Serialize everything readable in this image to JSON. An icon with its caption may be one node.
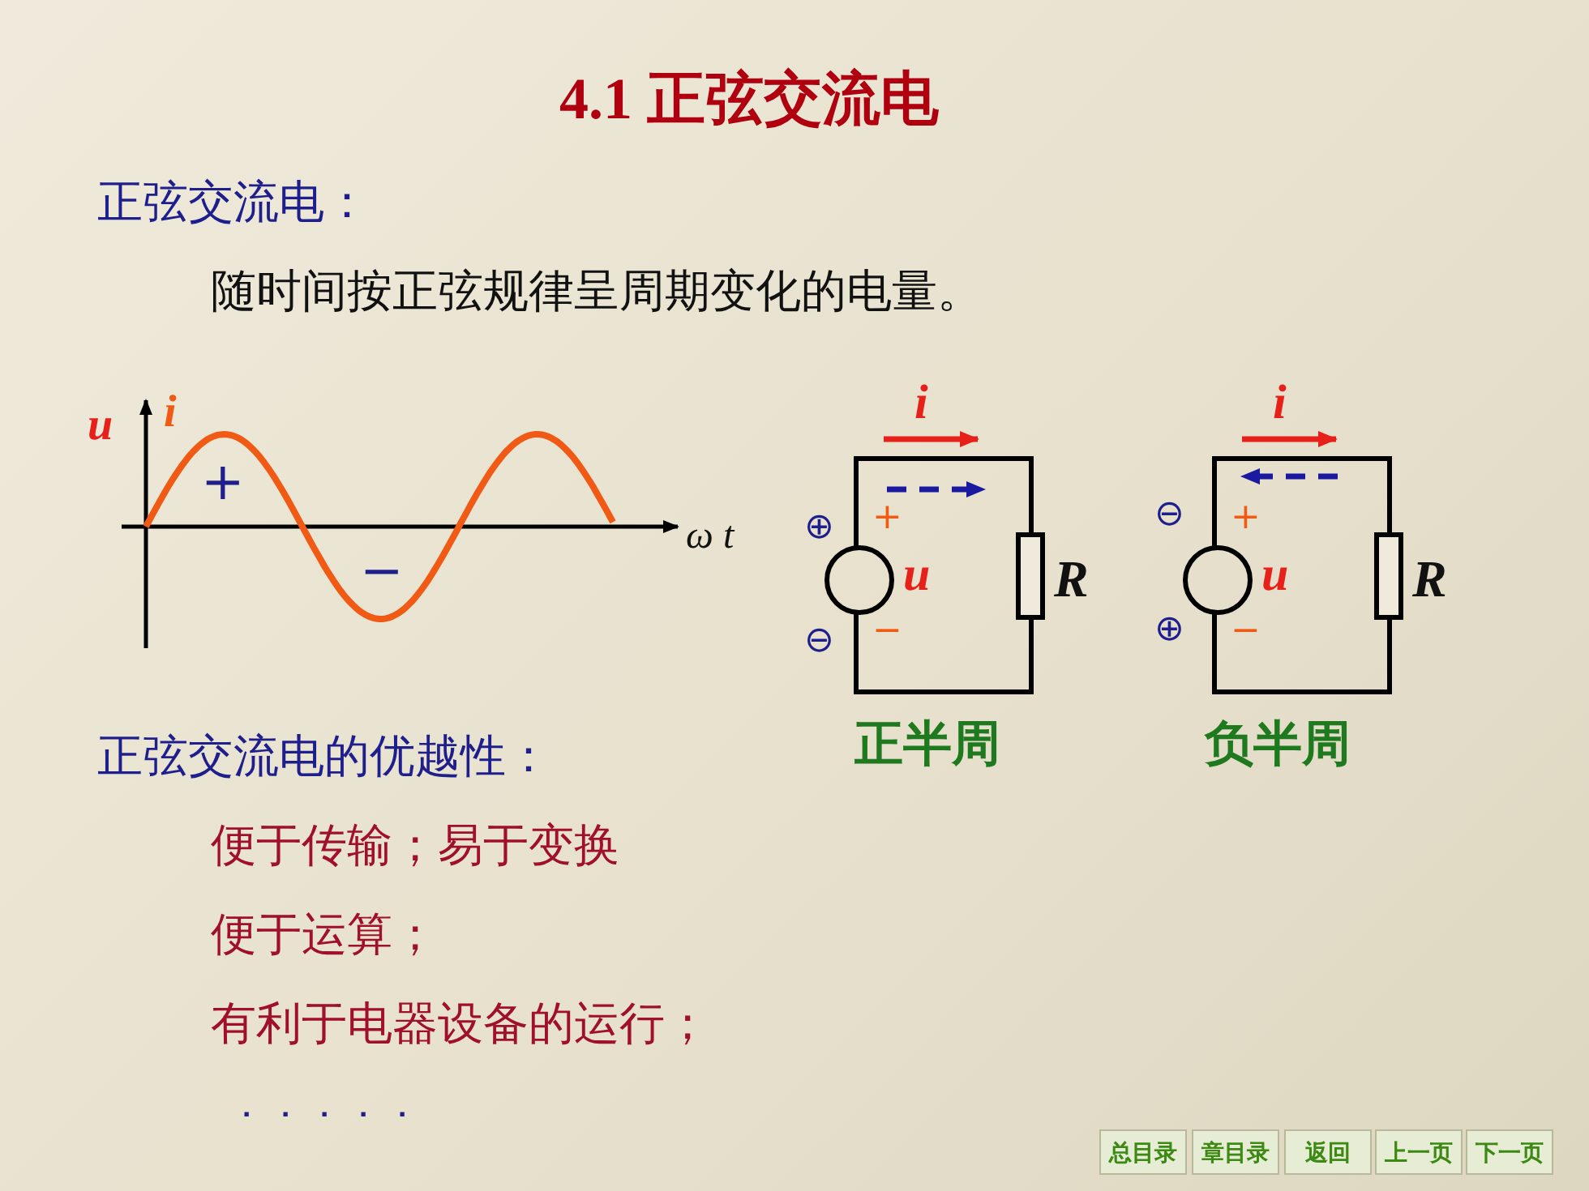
{
  "diagram": {
    "title": "4.1 正弦交流电",
    "labels": [
      "正弦交流电：",
      "随时间按正弦规律呈周期变化的电量。",
      "u",
      "i",
      "+",
      "−",
      "ω t",
      "i",
      "⊕",
      "+",
      "u",
      "R",
      "⊖",
      "−",
      "i",
      "⊖",
      "+",
      "u",
      "R",
      "⊕",
      "−",
      "正弦交流电的优越性：",
      "正半周",
      "负半周",
      "便于传输；易于变换",
      "便于运算；",
      "有利于电器设备的运行；",
      "．．．．．",
      "总目录",
      "章目录",
      "返回",
      "上一页",
      "下一页"
    ]
  }
}
